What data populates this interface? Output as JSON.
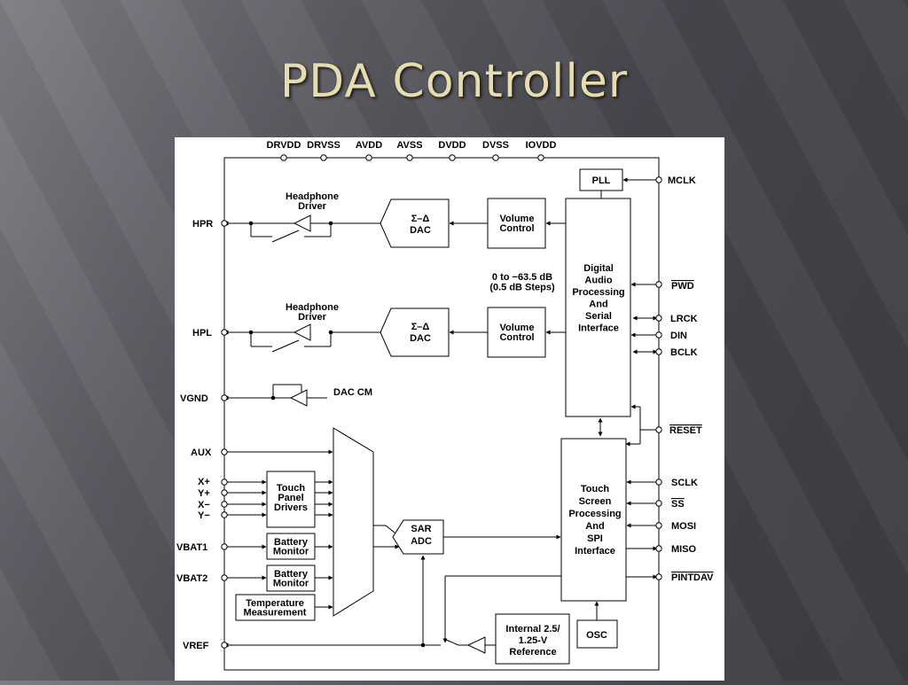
{
  "slide": {
    "title": "PDA Controller"
  },
  "diagram": {
    "supply_pins": [
      "DRVDD",
      "DRVSS",
      "AVDD",
      "AVSS",
      "DVDD",
      "DVSS",
      "IOVDD"
    ],
    "left_pins": {
      "hpr": "HPR",
      "hpl": "HPL",
      "vgnd": "VGND",
      "aux": "AUX",
      "xp": "X+",
      "yp": "Y+",
      "xm": "X−",
      "ym": "Y−",
      "vbat1": "VBAT1",
      "vbat2": "VBAT2",
      "vref": "VREF"
    },
    "right_pins": {
      "mclk": "MCLK",
      "pwd": "PWD",
      "lrck": "LRCK",
      "din": "DIN",
      "bclk": "BCLK",
      "reset": "RESET",
      "sclk": "SCLK",
      "ss": "SS",
      "mosi": "MOSI",
      "miso": "MISO",
      "pintdav": "PINTDAV"
    },
    "blocks": {
      "pll": "PLL",
      "digital_audio": [
        "Digital",
        "Audio",
        "Processing",
        "And",
        "Serial",
        "Interface"
      ],
      "volume_control_top": [
        "Volume",
        "Control"
      ],
      "volume_control_bottom": [
        "Volume",
        "Control"
      ],
      "dac_top": [
        "Σ–Δ",
        "DAC"
      ],
      "dac_bottom": [
        "Σ–Δ",
        "DAC"
      ],
      "headphone_driver_top": [
        "Headphone",
        "Driver"
      ],
      "headphone_driver_bottom": [
        "Headphone",
        "Driver"
      ],
      "dac_cm": "DAC CM",
      "gain_note": [
        "0 to −63.5 dB",
        "(0.5 dB Steps)"
      ],
      "touch_panel_drivers": [
        "Touch",
        "Panel",
        "Drivers"
      ],
      "battery_monitor_1": [
        "Battery",
        "Monitor"
      ],
      "battery_monitor_2": [
        "Battery",
        "Monitor"
      ],
      "temperature_measurement": [
        "Temperature",
        "Measurement"
      ],
      "sar_adc": [
        "SAR",
        "ADC"
      ],
      "touch_screen": [
        "Touch",
        "Screen",
        "Processing",
        "And",
        "SPI",
        "Interface"
      ],
      "reference": [
        "Internal 2.5/",
        "1.25-V",
        "Reference"
      ],
      "osc": "OSC"
    }
  }
}
